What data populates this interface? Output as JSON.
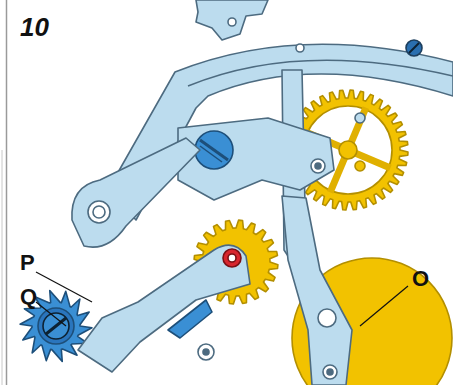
{
  "diagram": {
    "labels": [
      "10",
      "P",
      "Q",
      "O"
    ]
  }
}
